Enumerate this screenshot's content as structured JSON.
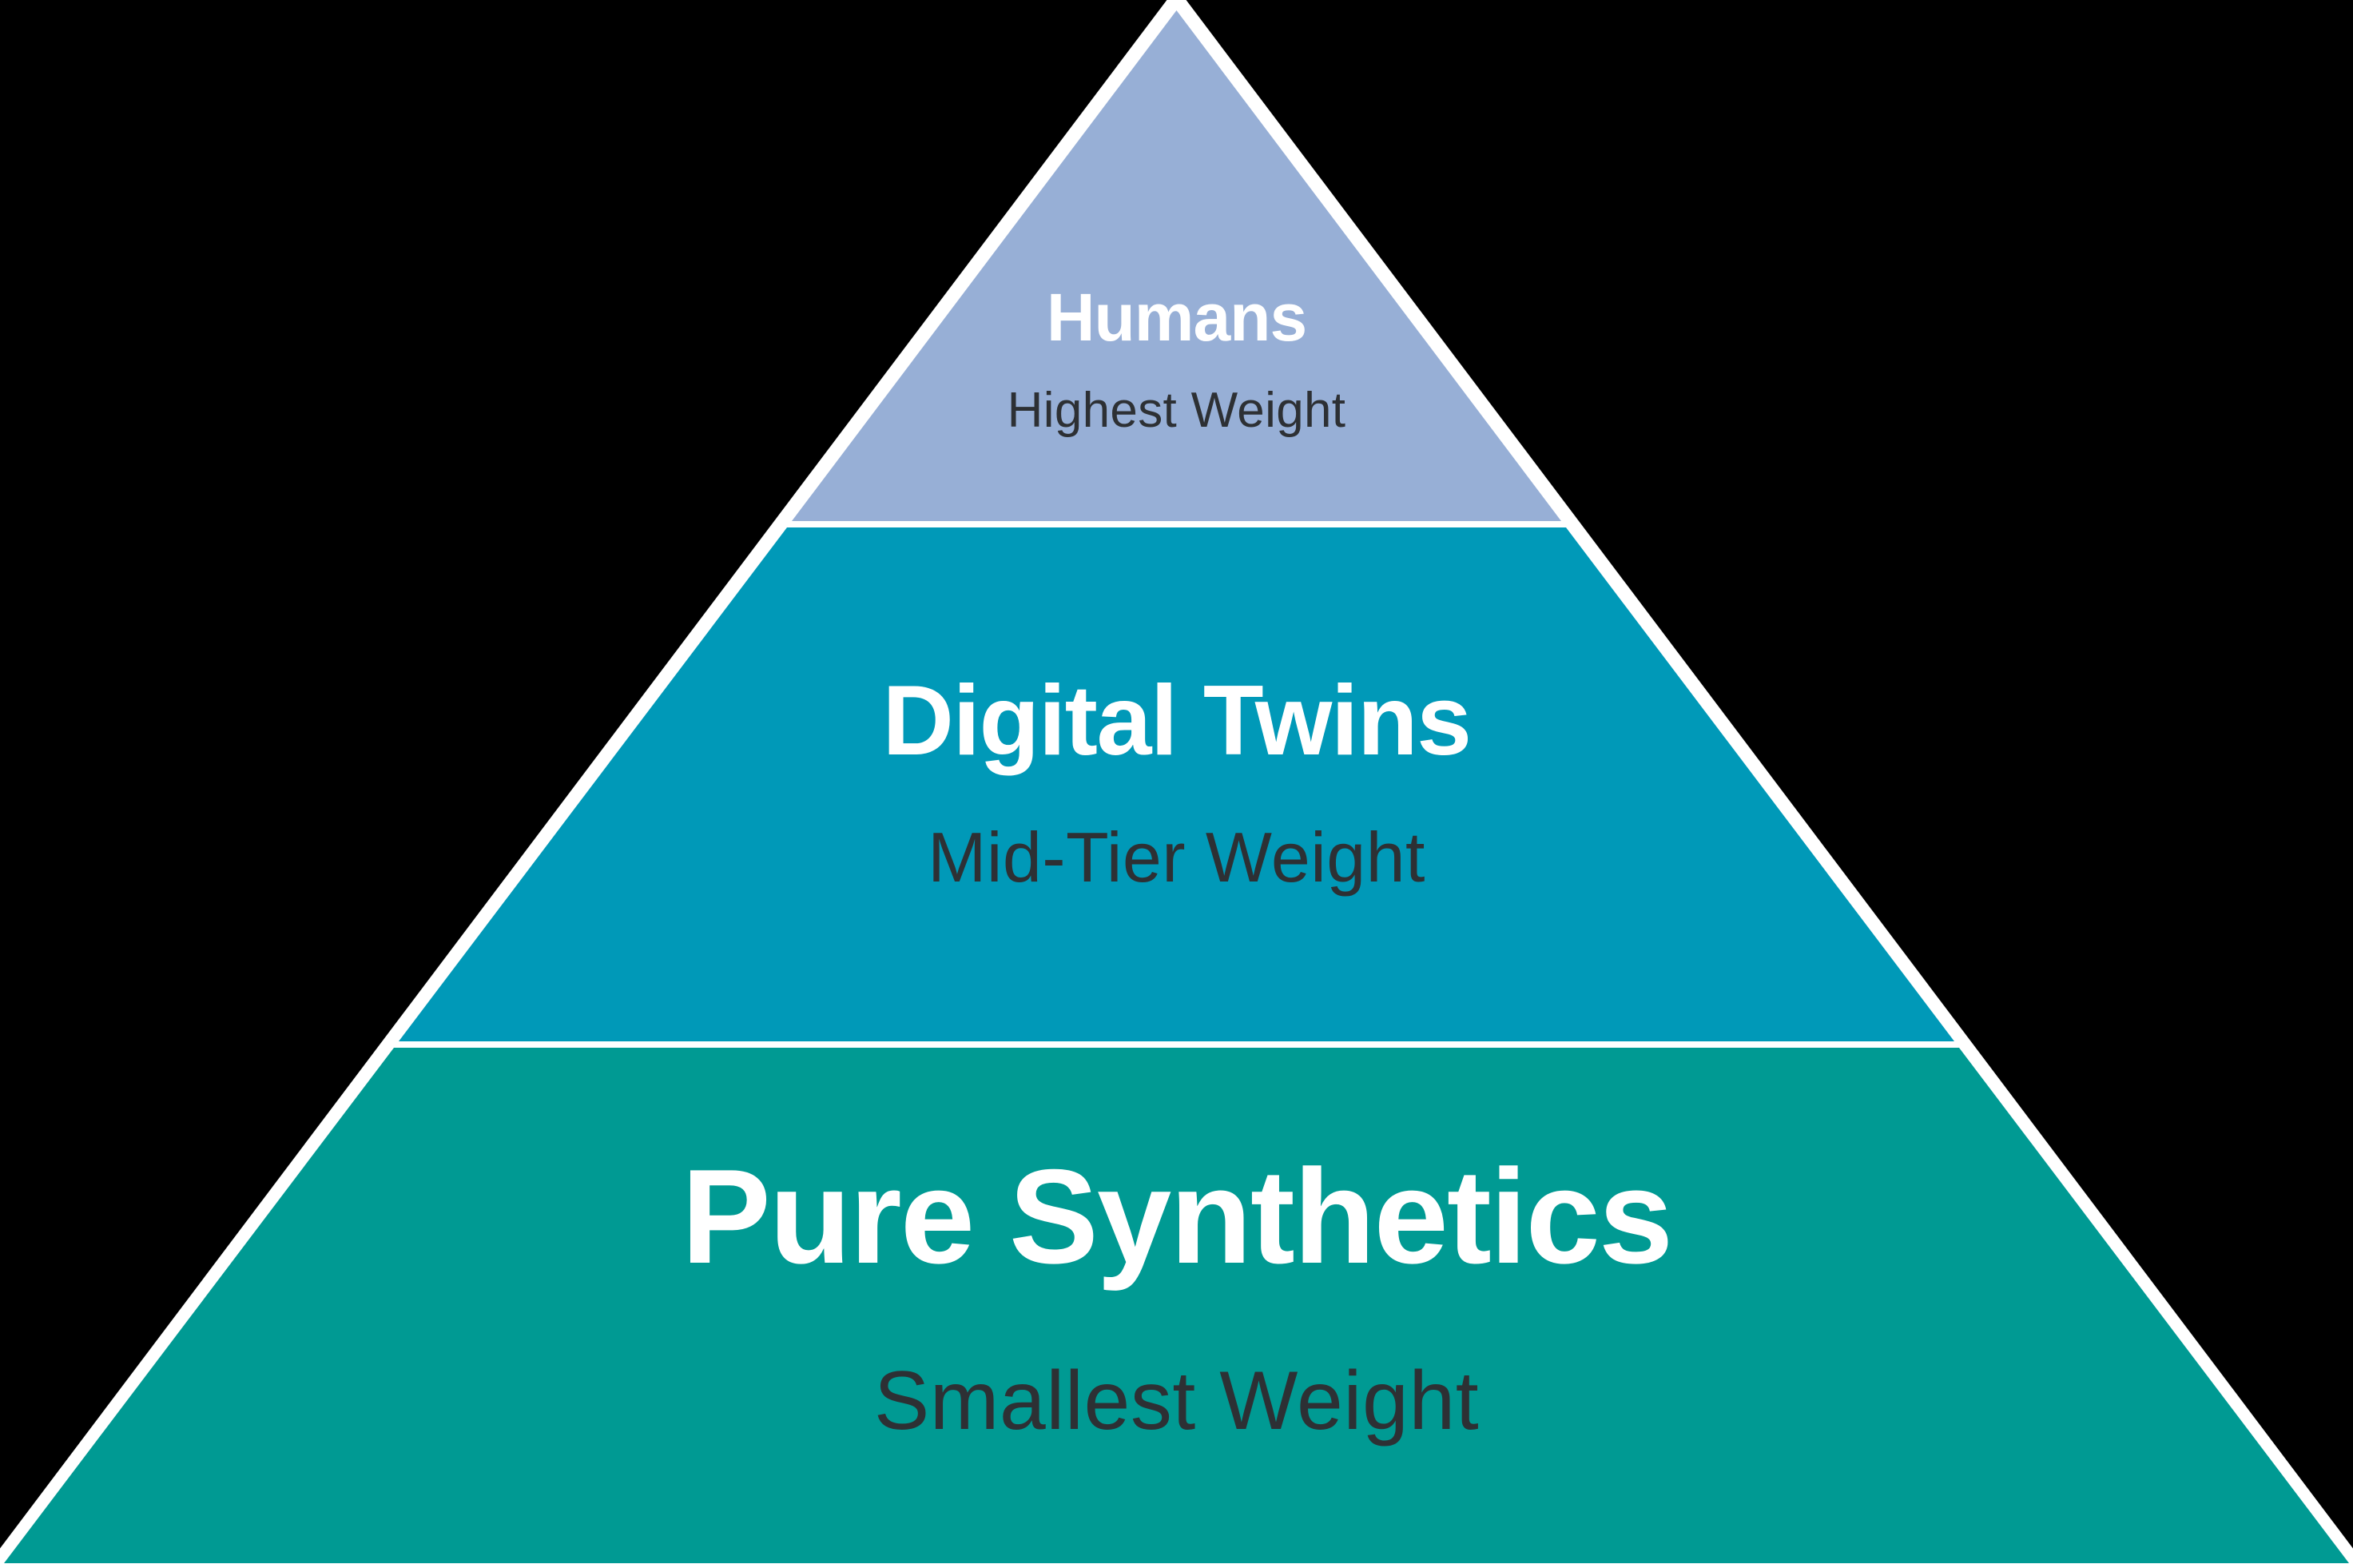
{
  "diagram": {
    "background_color": "#000000",
    "outline_color": "#ffffff",
    "title_text_color": "#ffffff",
    "subtitle_text_color": "#2d3034",
    "tiers": [
      {
        "id": "humans",
        "title": "Humans",
        "subtitle": "Highest Weight",
        "color": "#97afd6",
        "position": "top"
      },
      {
        "id": "digital-twins",
        "title": "Digital Twins",
        "subtitle": "Mid-Tier Weight",
        "color": "#0099b8",
        "position": "middle"
      },
      {
        "id": "pure-synthetics",
        "title": "Pure Synthetics",
        "subtitle": "Smallest Weight",
        "color": "#009a93",
        "position": "bottom"
      }
    ]
  }
}
